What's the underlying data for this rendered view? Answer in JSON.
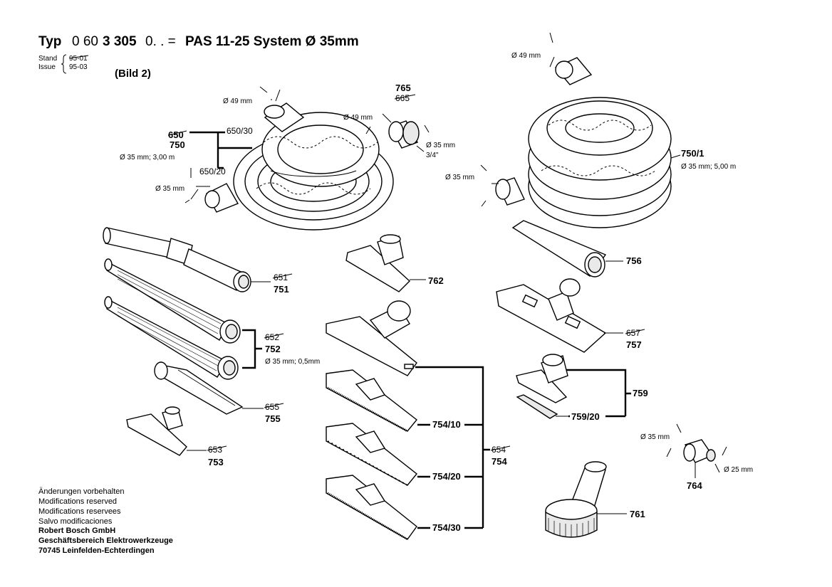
{
  "header": {
    "title_prefix": "Typ",
    "title_number_light": "0 60",
    "title_number_bold": "3 305",
    "title_suffix_light": "0. . =",
    "title_model": "PAS 11-25  System Ø 35mm",
    "stand_label": "Stand",
    "stand_old": "95-01",
    "issue_label": "Issue",
    "issue_date": "95-03",
    "bild": "(Bild 2)"
  },
  "parts": {
    "p765": {
      "num": "765",
      "old": "665",
      "d1": "Ø 49 mm",
      "d2": "Ø 35 mm",
      "thread": "3/4\""
    },
    "p750": {
      "num": "750",
      "old": "650",
      "ref1": "650/30",
      "ref2": "650/20",
      "spec": "Ø 35 mm; 3,00 m",
      "d_top": "Ø 49 mm",
      "d_bottom": "Ø 35 mm"
    },
    "p750_1": {
      "num": "750/1",
      "spec": "Ø 35 mm; 5,00 m",
      "d_top": "Ø 49 mm",
      "d_bottom": "Ø 35 mm"
    },
    "p751": {
      "num": "751",
      "old": "651"
    },
    "p752": {
      "num": "752",
      "old": "652",
      "spec": "Ø 35 mm; 0,5mm"
    },
    "p755": {
      "num": "755",
      "old": "655"
    },
    "p753": {
      "num": "753",
      "old": "653"
    },
    "p762": {
      "num": "762"
    },
    "p754": {
      "num": "754",
      "old": "654",
      "v10": "754/10",
      "v20": "754/20",
      "v30": "754/30"
    },
    "p756": {
      "num": "756"
    },
    "p757": {
      "num": "757",
      "old": "657"
    },
    "p759": {
      "num": "759",
      "sub": "759/20"
    },
    "p764": {
      "num": "764",
      "d1": "Ø 35 mm",
      "d2": "Ø 25 mm"
    },
    "p761": {
      "num": "761"
    }
  },
  "footer": {
    "lines": [
      "Änderungen vorbehalten",
      "Modifications reserved",
      "Modifications reservees",
      "Salvo modificaciones"
    ],
    "company": [
      "Robert Bosch GmbH",
      "Geschäftsbereich Elektrowerkzeuge",
      " 70745 Leinfelden-Echterdingen"
    ]
  }
}
